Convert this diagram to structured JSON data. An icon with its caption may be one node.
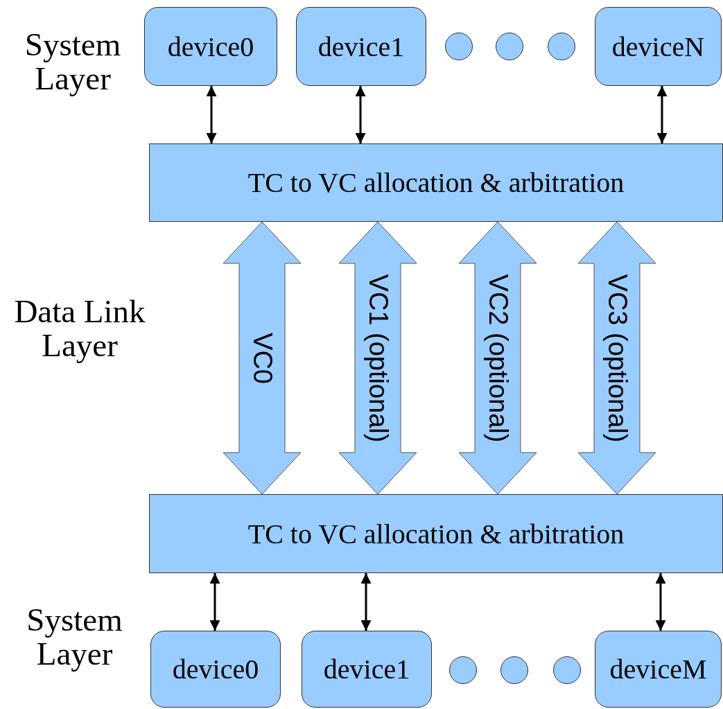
{
  "diagram": {
    "nodes": [
      {
        "text": [
          "device0"
        ]
      },
      {
        "text": [
          "device1"
        ]
      },
      {
        "text": [],
        "shape": "circle"
      },
      {
        "text": [],
        "shape": "circle"
      },
      {
        "text": [],
        "shape": "circle"
      },
      {
        "text": [
          "deviceN"
        ]
      },
      {
        "text": [
          "TC to VC allocation & arbitration"
        ]
      },
      {
        "text": [
          "TC to VC allocation & arbitration"
        ]
      },
      {
        "text": [
          "device0"
        ]
      },
      {
        "text": [
          "device1"
        ]
      },
      {
        "text": [],
        "shape": "circle"
      },
      {
        "text": [],
        "shape": "circle"
      },
      {
        "text": [],
        "shape": "circle"
      },
      {
        "text": [
          "deviceM"
        ]
      }
    ],
    "edges": [
      {
        "from": 0,
        "to": 6,
        "arrow": "both"
      },
      {
        "from": 1,
        "to": 6,
        "arrow": "both"
      },
      {
        "from": 5,
        "to": 6,
        "arrow": "both"
      },
      {
        "from": 6,
        "to": 7,
        "arrow": "both",
        "label": "VC0",
        "style": "thick"
      },
      {
        "from": 6,
        "to": 7,
        "arrow": "both",
        "label": "VC1 (optional)",
        "style": "thick"
      },
      {
        "from": 6,
        "to": 7,
        "arrow": "both",
        "label": "VC2 (optional)",
        "style": "thick"
      },
      {
        "from": 6,
        "to": 7,
        "arrow": "both",
        "label": "VC3 (optional)",
        "style": "thick"
      },
      {
        "from": 7,
        "to": 8,
        "arrow": "both"
      },
      {
        "from": 7,
        "to": 9,
        "arrow": "both"
      },
      {
        "from": 7,
        "to": 13,
        "arrow": "both"
      }
    ],
    "labels": [
      "System Layer",
      "Data Link Layer",
      "System Layer"
    ]
  }
}
